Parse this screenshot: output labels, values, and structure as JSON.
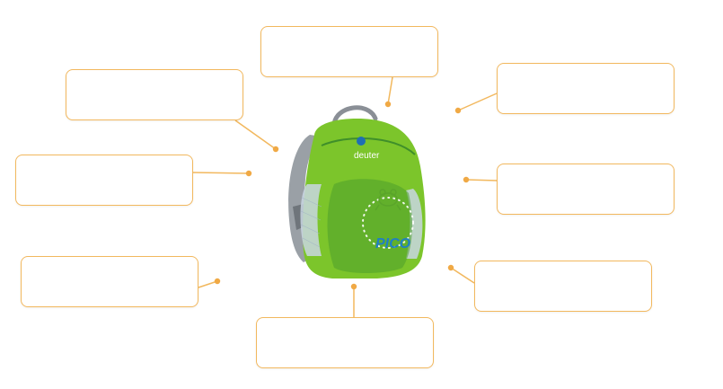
{
  "diagram": {
    "accent_color": "#f2b85e",
    "dot_color": "#f0a945",
    "product": {
      "brand_text": "deuter",
      "model_text": "PICO",
      "body_color": "#7cc52b",
      "dark_color": "#3f8f2a",
      "strap_color": "#8a8f96",
      "mesh_color": "#c9d6e2"
    },
    "callouts": [
      {
        "id": "top",
        "text": ""
      },
      {
        "id": "upper-left",
        "text": ""
      },
      {
        "id": "mid-left",
        "text": ""
      },
      {
        "id": "lower-left",
        "text": ""
      },
      {
        "id": "bottom",
        "text": ""
      },
      {
        "id": "upper-right",
        "text": ""
      },
      {
        "id": "mid-right",
        "text": ""
      },
      {
        "id": "lower-right",
        "text": ""
      }
    ]
  }
}
